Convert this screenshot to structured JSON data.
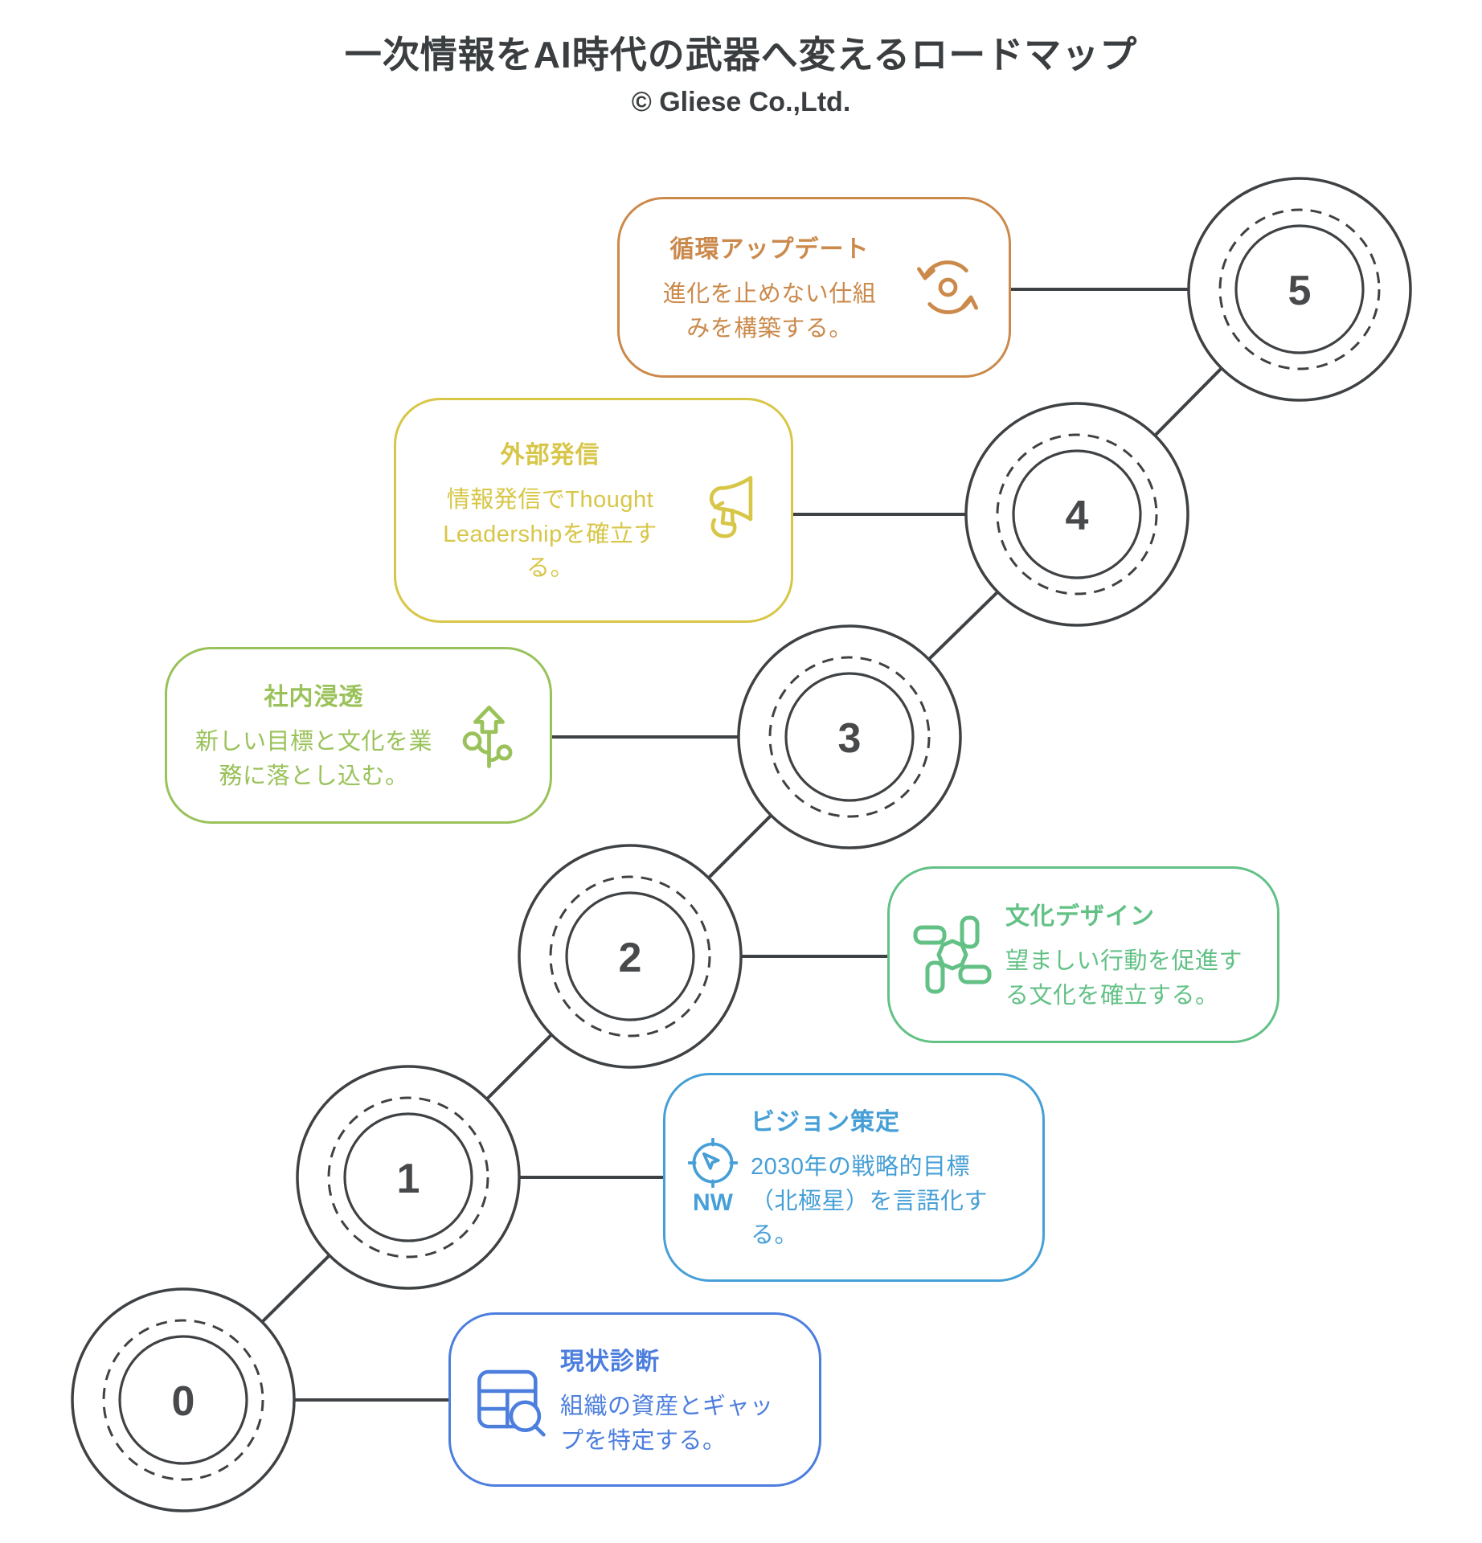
{
  "header": {
    "title": "一次情報をAI時代の武器へ変えるロードマップ",
    "subtitle": "© Gliese Co.,Ltd."
  },
  "palette": {
    "line": "#3F4245",
    "number": "#47494B",
    "background": "#FFFFFF",
    "step_colors": [
      "#4C7EDE",
      "#469FD6",
      "#63C186",
      "#9AC25A",
      "#D7C647",
      "#CB8A4C"
    ]
  },
  "steps": [
    {
      "number": "0",
      "label": "現状診断",
      "description": "組織の資産とギャップを特定する。",
      "color": "#4C7EDE",
      "icon": "table-search-icon"
    },
    {
      "number": "1",
      "label": "ビジョン策定",
      "description": "2030年の戦略的目標（北極星）を言語化する。",
      "color": "#469FD6",
      "icon": "compass-icon",
      "icon_caption": "NW"
    },
    {
      "number": "2",
      "label": "文化デザイン",
      "description": "望ましい行動を促進する文化を確立する。",
      "color": "#63C186",
      "icon": "teamwork-icon"
    },
    {
      "number": "3",
      "label": "社内浸透",
      "description": "新しい目標と文化を業務に落とし込む。",
      "color": "#9AC25A",
      "icon": "growth-icon"
    },
    {
      "number": "4",
      "label": "外部発信",
      "description": "情報発信でThought Leadershipを確立する。",
      "color": "#D7C647",
      "icon": "megaphone-icon"
    },
    {
      "number": "5",
      "label": "循環アップデート",
      "description": "進化を止めない仕組みを構築する。",
      "color": "#CB8A4C",
      "icon": "refresh-icon"
    }
  ]
}
